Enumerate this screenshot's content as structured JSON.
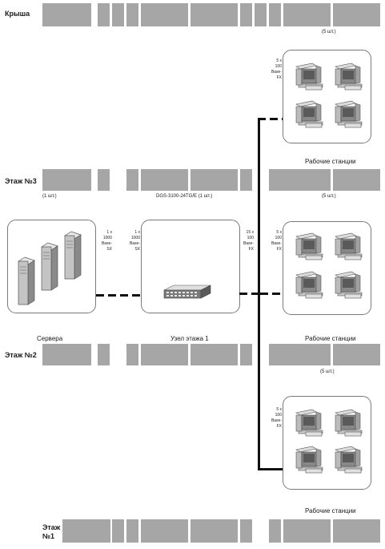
{
  "floors": {
    "roof": "Крыша",
    "floor3": "Этаж №3",
    "floor2": "Этаж №2",
    "floor1_line1": "Этаж",
    "floor1_line2": "№1"
  },
  "counts": {
    "ws_top": "(5 шт.)",
    "server_count": "(1 шт.)",
    "switch_model": "DGS-3100-24TG/E (1 шт.)",
    "ws_middle": "(5 шт.)",
    "ws_bottom": "(5 шт.)"
  },
  "links": {
    "ws_top": [
      "5 x",
      "100",
      "Base-",
      "FX"
    ],
    "server_side": [
      "1 x",
      "1000",
      "Base-",
      "SX"
    ],
    "switch_side": [
      "1 x",
      "1000",
      "Base-",
      "SX"
    ],
    "switch_uplink": [
      "15 x",
      "100",
      "Base-",
      "FX"
    ],
    "ws_middle": [
      "5 x",
      "100",
      "Base-",
      "FX"
    ],
    "ws_bottom": [
      "5 x",
      "100",
      "Base-",
      "FX"
    ]
  },
  "labels": {
    "ws_top": "Рабочие станции",
    "servers": "Сервера",
    "switch_node": "Узел этажа 1",
    "ws_middle": "Рабочие станции",
    "ws_bottom": "Рабочие станции"
  },
  "colors": {
    "block_fill": "#a6a6a6",
    "box_border": "#7a7a7a",
    "line": "#111111"
  },
  "icons": [
    "server-tower-icon",
    "network-switch-icon",
    "workstation-icon"
  ]
}
